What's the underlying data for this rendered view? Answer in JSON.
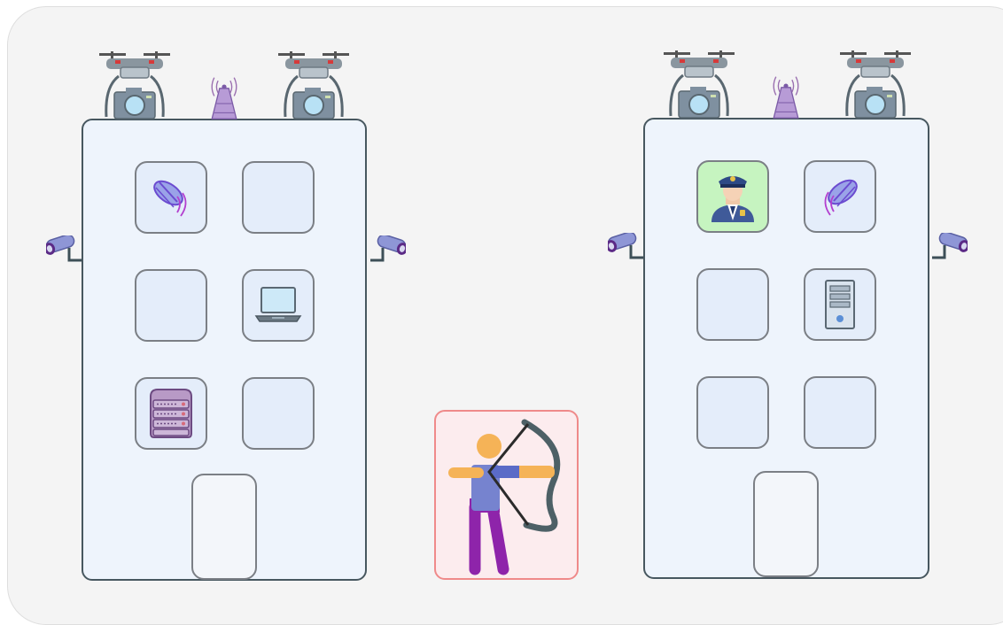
{
  "scene": {
    "buildings": [
      {
        "id": "left",
        "windows": [
          {
            "content": "satellite-dish-icon"
          },
          {
            "content": ""
          },
          {
            "content": ""
          },
          {
            "content": "laptop-icon"
          },
          {
            "content": "server-rack-icon"
          },
          {
            "content": ""
          }
        ],
        "roof": [
          "drone-camera-icon",
          "radio-tower-icon",
          "drone-camera-icon"
        ],
        "side_cameras": [
          "left",
          "right"
        ]
      },
      {
        "id": "right",
        "windows": [
          {
            "content": "police-officer-icon",
            "highlight": "#c6f4c0"
          },
          {
            "content": "satellite-dish-icon"
          },
          {
            "content": ""
          },
          {
            "content": "server-tower-icon"
          },
          {
            "content": ""
          },
          {
            "content": ""
          }
        ],
        "roof": [
          "drone-camera-icon",
          "radio-tower-icon",
          "drone-camera-icon"
        ],
        "side_cameras": [
          "left",
          "right"
        ]
      }
    ],
    "center_figure": "archer-icon",
    "colors": {
      "background": "#f4f4f4",
      "building_fill": "#eef4fc",
      "building_stroke": "#47575f",
      "window_fill": "#e4edfa",
      "highlight_window": "#c6f4c0",
      "archer_box_fill": "#fcecee",
      "archer_box_stroke": "#ef8a8a"
    }
  }
}
